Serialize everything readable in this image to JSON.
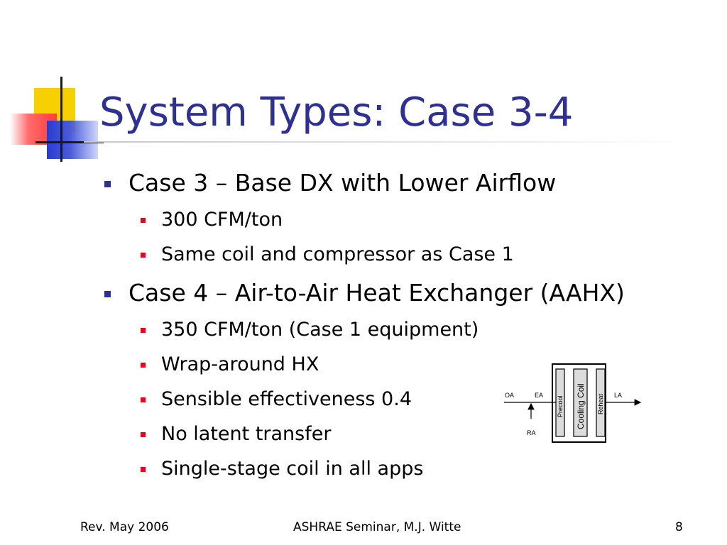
{
  "slide": {
    "title": "System Types: Case 3-4",
    "bullets": [
      {
        "text": "Case 3 – Base DX with Lower Airflow",
        "sub": [
          "300 CFM/ton",
          "Same coil and compressor as Case 1"
        ]
      },
      {
        "text": "Case 4 – Air-to-Air Heat Exchanger (AAHX)",
        "sub": [
          "350 CFM/ton (Case 1 equipment)",
          "Wrap-around HX",
          "Sensible effectiveness 0.4",
          "No latent transfer",
          "Single-stage coil in all apps"
        ]
      }
    ]
  },
  "diagram": {
    "oa": "OA",
    "ea": "EA",
    "ra": "RA",
    "la": "LA",
    "precool": "Precool",
    "cooling_coil": "Cooling Coil",
    "reheat": "Reheat"
  },
  "footer": {
    "left": "Rev. May 2006",
    "center": "ASHRAE Seminar, M.J. Witte",
    "page_number": "8"
  },
  "colors": {
    "title": "#2e3192",
    "level1_bullet": "#2e3192",
    "level2_bullet": "#e8001c",
    "logo_yellow": "#f6d000",
    "logo_red": "#ff3b3b",
    "logo_blue": "#2a3ccf"
  }
}
